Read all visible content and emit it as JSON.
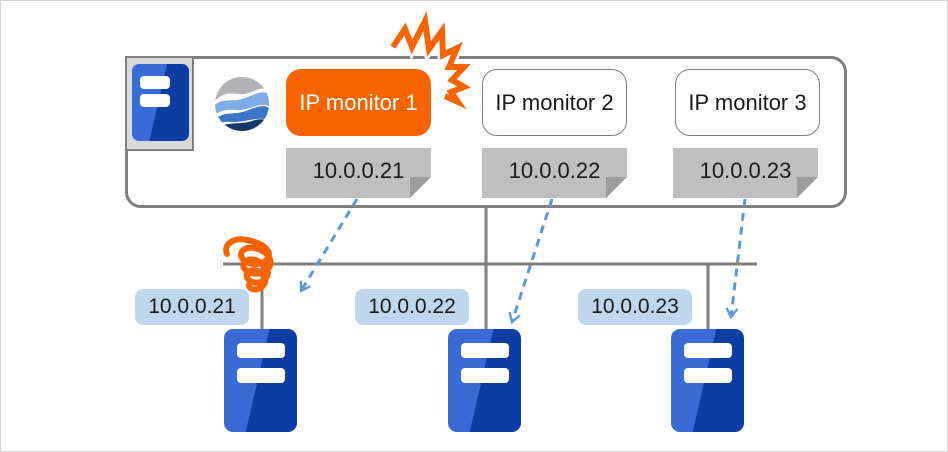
{
  "cluster_box": {
    "server_icon": "server-icon",
    "logo_icon": "globe-wave-logo-icon",
    "monitors": [
      {
        "label": "IP monitor 1",
        "ip": "10.0.0.21",
        "state": "alert"
      },
      {
        "label": "IP monitor 2",
        "ip": "10.0.0.22",
        "state": "normal"
      },
      {
        "label": "IP monitor 3",
        "ip": "10.0.0.23",
        "state": "normal"
      }
    ]
  },
  "monitored_servers": [
    {
      "ip": "10.0.0.21"
    },
    {
      "ip": "10.0.0.22"
    },
    {
      "ip": "10.0.0.23"
    }
  ],
  "annotations": {
    "alert_burst": "failure-burst",
    "broken_link": "broken-link-spiral"
  },
  "colors": {
    "alert_orange": "#FA6400",
    "line_gray": "#7F7F7F",
    "note_gray": "#BFBFBF",
    "note_fold_gray": "#9C9C9C",
    "ip_label_blue": "#BDD7EE",
    "arrow_blue": "#5B9BD5",
    "server_blue_light": "#386BD6",
    "server_blue_dark": "#0C3DA2",
    "frame_gray": "#D9D9D9"
  }
}
